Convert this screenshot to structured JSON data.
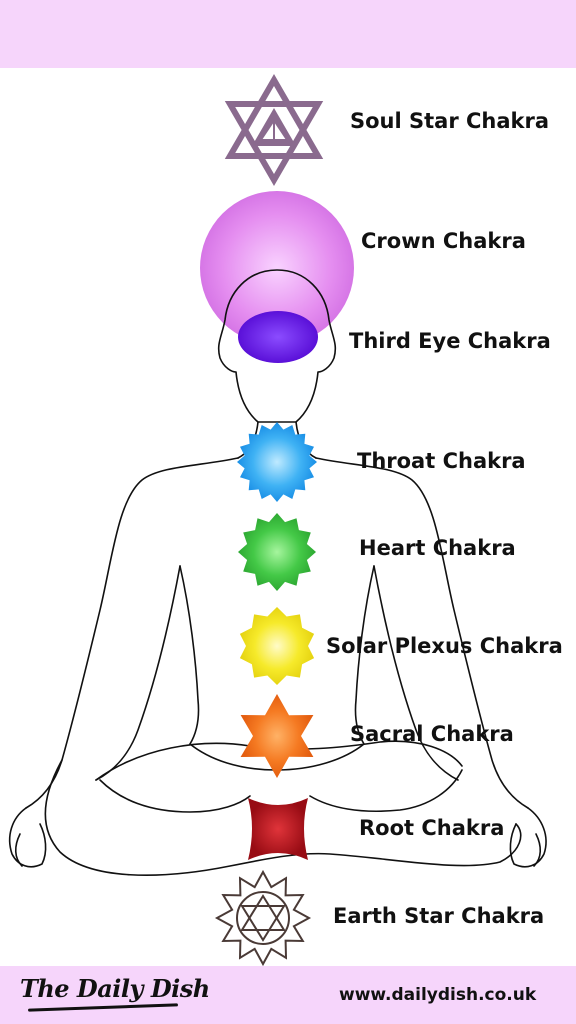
{
  "labels": {
    "soul_star": "Soul Star Chakra",
    "crown": "Crown Chakra",
    "third_eye": "Third Eye Chakra",
    "throat": "Throat Chakra",
    "heart": "Heart Chakra",
    "solar_plexus": "Solar Plexus Chakra",
    "sacral": "Sacral Chakra",
    "root": "Root Chakra",
    "earth_star": "Earth Star Chakra"
  },
  "footer": {
    "brand": "The Daily Dish",
    "url": "www.dailydish.co.uk"
  },
  "colors": {
    "band": "#f6d5fb",
    "soul_star": "#8a6a8e",
    "crown": "#e58ef0",
    "third_eye": "#6a17e8",
    "throat": "#2aa2f0",
    "heart": "#38bd3c",
    "solar_plexus": "#f2e21e",
    "sacral": "#f2711e",
    "root": "#b0141c",
    "earth_star": "#4a3a36"
  },
  "icons": {
    "soul_star": "star-of-david-triangles-icon",
    "crown": "glow-circle-icon",
    "third_eye": "oval-icon",
    "throat": "16-point-star-icon",
    "heart": "12-point-star-icon",
    "solar_plexus": "10-point-star-icon",
    "sacral": "6-point-star-icon",
    "root": "concave-square-icon",
    "earth_star": "hexagram-lotus-icon"
  }
}
